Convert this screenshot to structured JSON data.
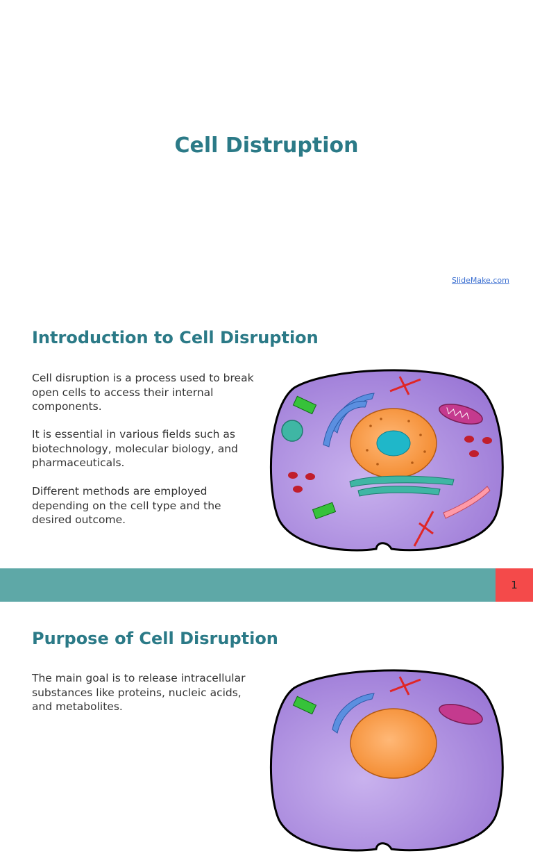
{
  "title_slide": {
    "title": "Cell Distruption",
    "credit": "SlideMake.com"
  },
  "slide1": {
    "heading": "Introduction to Cell Disruption",
    "paragraphs": [
      "Cell disruption is a process used to break open cells to access their internal components.",
      "It is essential in various fields such as biotechnology, molecular biology, and pharmaceuticals.",
      "Different methods are employed depending on the cell type and the desired outcome."
    ],
    "page_number": "1"
  },
  "slide2": {
    "heading": "Purpose of Cell Disruption",
    "paragraphs": [
      "The main goal is to release intracellular substances like proteins, nucleic acids, and metabolites."
    ]
  },
  "colors": {
    "accent": "#2b7a87",
    "footer": "#5ea8a7",
    "page_box": "#f44a4a"
  }
}
